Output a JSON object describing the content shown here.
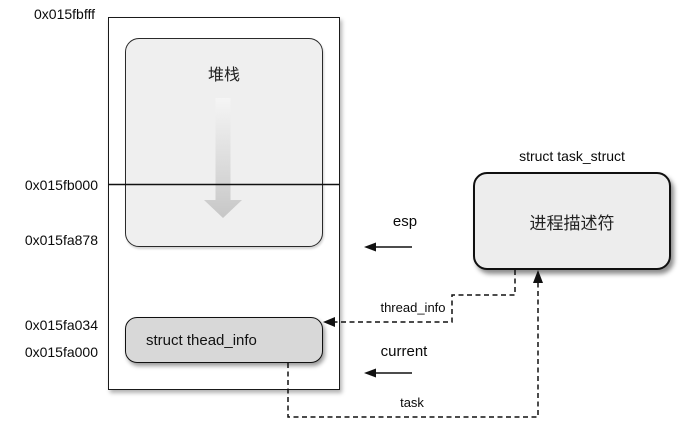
{
  "addresses": {
    "top": "0x015fbfff",
    "page_boundary": "0x015fb000",
    "esp_value": "0x015fa878",
    "thread_info_top": "0x015fa034",
    "thread_info_base": "0x015fa000"
  },
  "boxes": {
    "stack_label": "堆栈",
    "thread_info_label": "struct thead_info",
    "task_struct_title": "struct task_struct",
    "task_struct_label": "进程描述符"
  },
  "pointers": {
    "esp": "esp",
    "thread_info": "thread_info",
    "current": "current",
    "task": "task"
  },
  "colors": {
    "stack_fill": "#efefef",
    "thread_info_fill": "#d8d8d8",
    "task_struct_fill": "#ededed",
    "line": "#111111",
    "grow_arrow_top": "#f5f5f5",
    "grow_arrow_bottom": "#c7c7c7"
  }
}
